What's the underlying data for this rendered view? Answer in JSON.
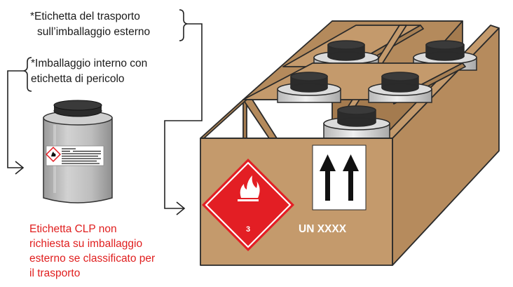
{
  "labels": {
    "transport_label_line1": "*Etichetta del trasporto",
    "transport_label_line2": "sull’imballaggio esterno",
    "inner_pack_line1": "*Imballaggio interno con",
    "inner_pack_line2": "etichetta di pericolo",
    "clp_note_line1": "Etichetta CLP non",
    "clp_note_line2": "richiesta su imballaggio",
    "clp_note_line3": "esterno se classificato per",
    "clp_note_line4": "il trasporto"
  },
  "placard": {
    "class_number": "3",
    "un_text": "UN XXXX"
  },
  "icons": [
    "flame-icon",
    "up-arrows-icon",
    "ghs-flame-pictogram"
  ],
  "colors": {
    "box": "#c49a6c",
    "box_dark": "#a47b4f",
    "box_edge": "#2a2a2a",
    "hazard_red": "#e31e24",
    "note_red": "#e01e1e",
    "can_grey": "#b9b9b9",
    "lid_dark": "#2b2b2b"
  }
}
